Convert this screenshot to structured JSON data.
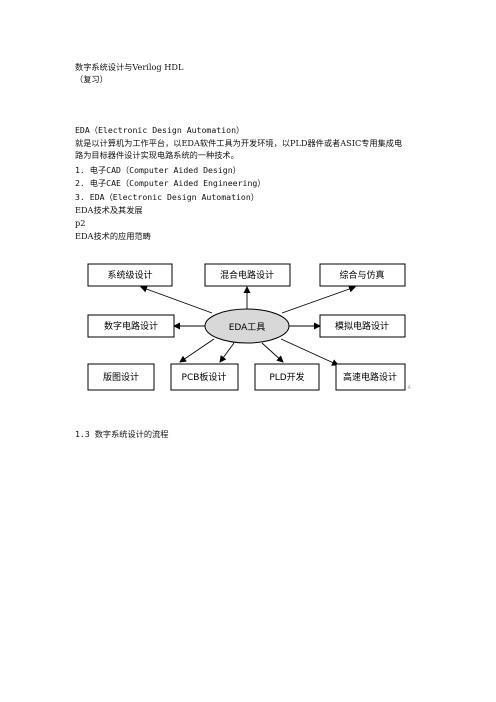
{
  "document": {
    "title": "数字系统设计与Verilog HDL",
    "subtitle": "（复习）",
    "eda_heading": "EDA（Electronic Design Automation）",
    "paragraph_line1": "就是以计算机为工作平台，以EDA软件工具为开发环境，以PLD器件或者ASIC专用集成电",
    "paragraph_line2": "路为目标器件设计实现电路系统的一种技术。",
    "list": [
      "1. 电子CAD（Computer Aided Design）",
      "2. 电子CAE（Computer Aided Engineering）",
      "3. EDA（Electronic Design Automation）"
    ],
    "history_label": "EDA技术及其发展",
    "page_ref": "p2",
    "scope_label": "EDA技术的应用范畴",
    "section_heading": "1.3  数字系统设计的流程"
  },
  "diagram": {
    "center": "EDA工具",
    "boxes": {
      "system": "系统级设计",
      "mixed": "混合电路设计",
      "synth": "综合与仿真",
      "digital": "数字电路设计",
      "analog": "模拟电路设计",
      "layout": "版图设计",
      "pcb": "PCB板设计",
      "pld": "PLD开发",
      "highspeed": "高速电路设计"
    },
    "colors": {
      "ellipse_fill": "#d8d8d8",
      "stroke": "#000000"
    }
  }
}
